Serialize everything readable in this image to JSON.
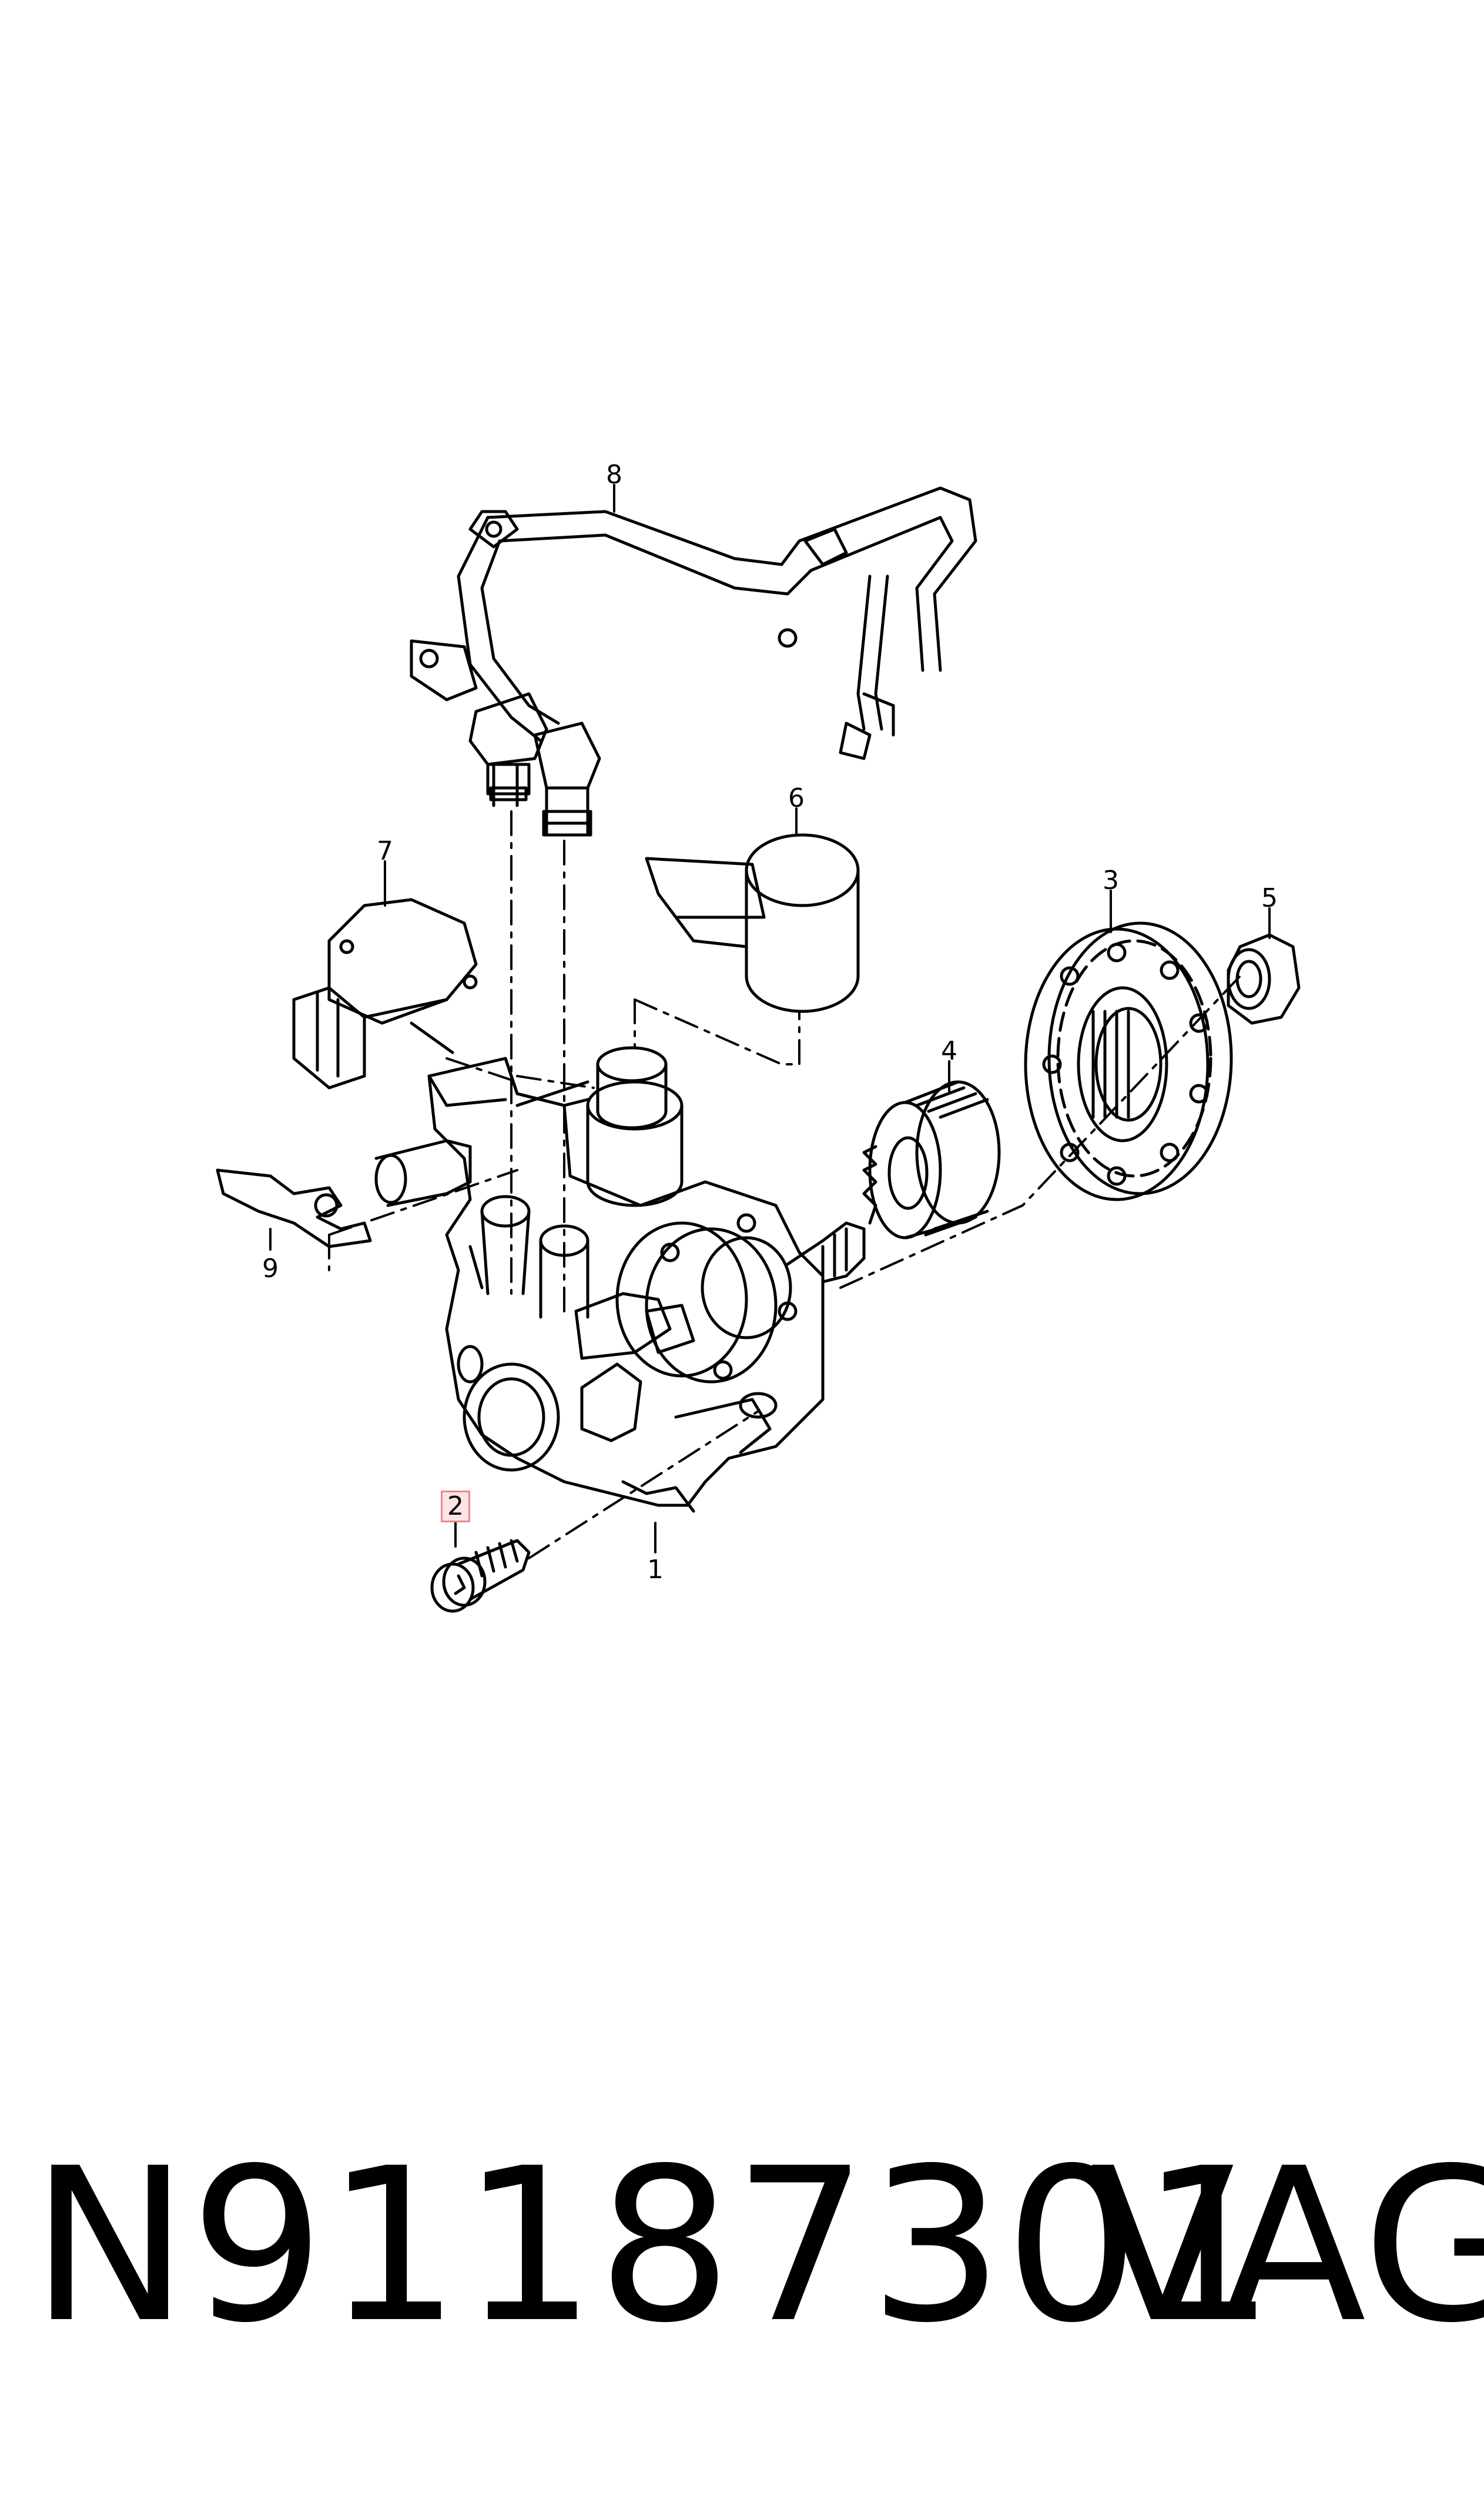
{
  "diagram": {
    "callouts": [
      {
        "id": "1",
        "label": "1"
      },
      {
        "id": "2",
        "label": "2",
        "highlighted": true
      },
      {
        "id": "3",
        "label": "3"
      },
      {
        "id": "4",
        "label": "4"
      },
      {
        "id": "5",
        "label": "5"
      },
      {
        "id": "6",
        "label": "6"
      },
      {
        "id": "7",
        "label": "7"
      },
      {
        "id": "8",
        "label": "8"
      },
      {
        "id": "9",
        "label": "9"
      }
    ],
    "highlight_color": "#e88a8a"
  },
  "footer": {
    "part_number": "N91187301",
    "brand": "VAG"
  }
}
